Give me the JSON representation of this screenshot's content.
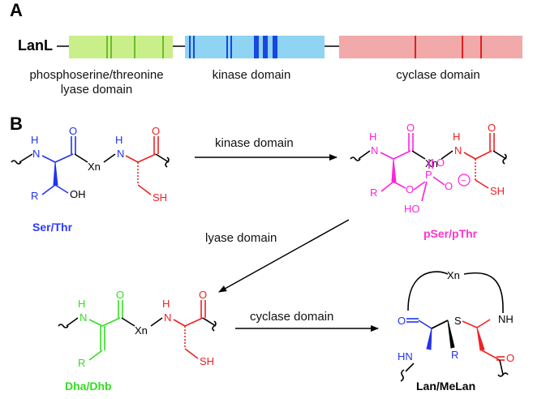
{
  "panels": {
    "a": "A",
    "b": "B"
  },
  "protein": {
    "name": "LanL",
    "domains": [
      {
        "label_lines": [
          "phosphoserine/threonine",
          "lyase domain"
        ],
        "color": "#c9ef8a",
        "stripe": "#6bbd2a"
      },
      {
        "label_lines": [
          "kinase domain"
        ],
        "color": "#8fd4f2",
        "stripe": "#1947e0"
      },
      {
        "label_lines": [
          "cyclase domain"
        ],
        "color": "#f2a9a9",
        "stripe": "#e02020"
      }
    ]
  },
  "steps": [
    {
      "label": "kinase domain"
    },
    {
      "label": "lyase domain"
    },
    {
      "label": "cyclase domain"
    }
  ],
  "molecules": {
    "ser_thr": {
      "label": "Ser/Thr",
      "color": "#2a3cff"
    },
    "pser_pthr": {
      "label": "pSer/pThr",
      "color": "#ff33cc"
    },
    "dha_dhb": {
      "label": "Dha/Dhb",
      "color": "#33dd22"
    },
    "lan_melan": {
      "label": "Lan/MeLan",
      "color": "#000000"
    }
  },
  "atoms": {
    "H": "H",
    "N": "N",
    "O": "O",
    "Xn": "Xn",
    "R": "R",
    "OH": "OH",
    "SH": "SH",
    "P": "P",
    "HO": "HO",
    "S": "S",
    "HN": "HN",
    "NH": "NH",
    "minus": "−"
  },
  "colors": {
    "red": "#ee2222",
    "blue": "#2233ee",
    "magenta": "#ff22dd",
    "green": "#33dd22"
  }
}
